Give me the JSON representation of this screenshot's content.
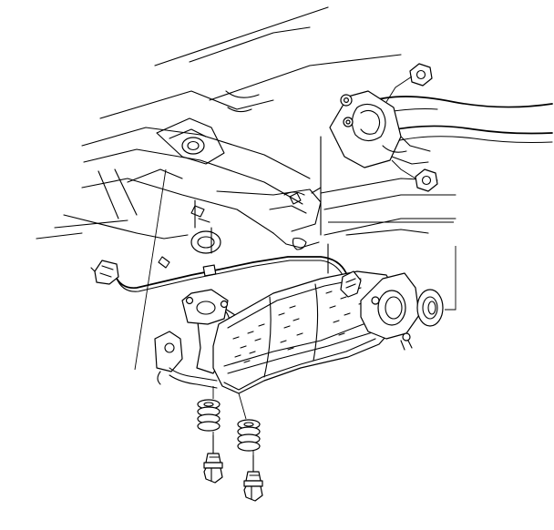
{
  "diagram": {
    "components": [
      {
        "id": "catalytic-converter",
        "icon": "catalytic-converter-icon"
      },
      {
        "id": "front-pipe-flange",
        "icon": "exhaust-flange-icon"
      },
      {
        "id": "rear-flange-gasket",
        "icon": "gasket-ring-icon"
      },
      {
        "id": "front-gasket",
        "icon": "gasket-ring-icon"
      },
      {
        "id": "oxygen-sensor-harness",
        "icon": "sensor-connector-icon"
      },
      {
        "id": "flange-nuts",
        "icon": "hex-nut-icon"
      },
      {
        "id": "compression-springs",
        "icon": "coil-spring-icon"
      },
      {
        "id": "spring-bolts",
        "icon": "bolt-icon"
      }
    ],
    "colors": {
      "ink": "#000000",
      "paper": "#ffffff"
    }
  }
}
